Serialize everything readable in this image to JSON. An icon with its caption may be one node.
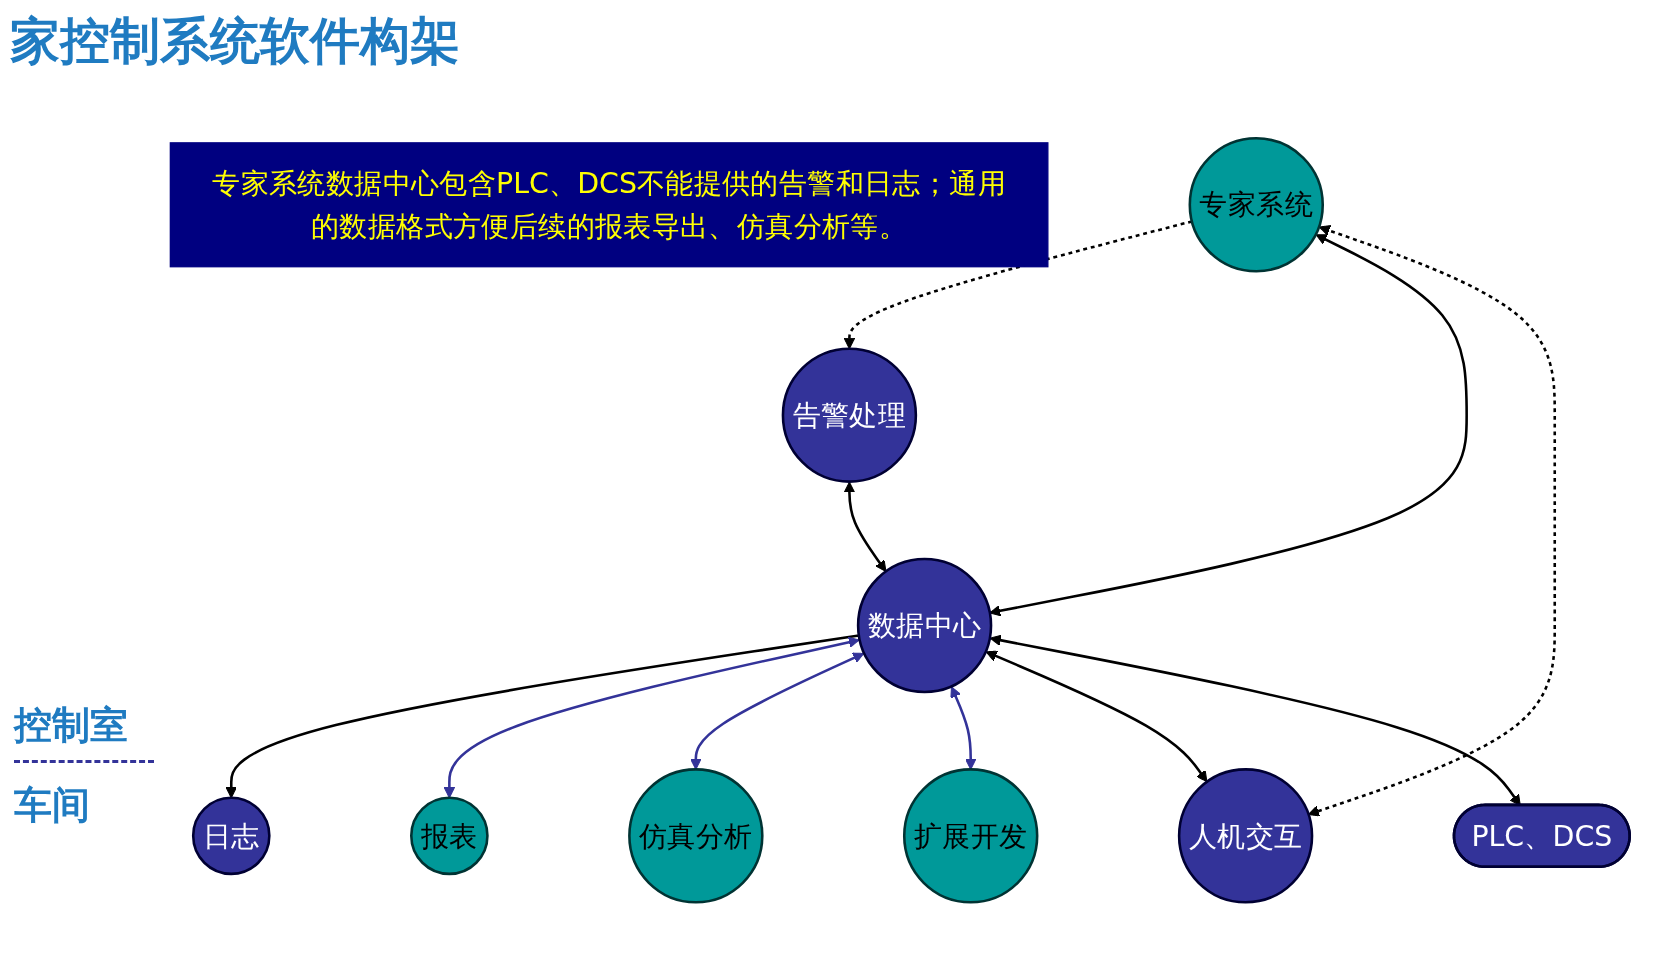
{
  "diagram": {
    "title": "家控制系统软件构架",
    "nodes": [
      {
        "text": [
          "专家系统"
        ]
      },
      {
        "text": [
          "报表"
        ]
      },
      {
        "text": [
          "仿真分析"
        ]
      },
      {
        "text": [
          "扩展开发"
        ]
      },
      {
        "text": [
          "告警处理"
        ]
      },
      {
        "text": [
          "数据中心"
        ]
      },
      {
        "text": [
          "人机交互"
        ]
      },
      {
        "text": [
          "日志"
        ]
      },
      {
        "text": [
          "专家系统数据中心包含PLC、DCS不能提供的告警和日志；通用的数据格式方便后续的报表导出、仿真分析等。"
        ]
      },
      {
        "text": [
          "PLC、DCS"
        ]
      }
    ],
    "edges": [
      {
        "from": 0,
        "to": 4,
        "arrow": "to",
        "style": "dashed"
      },
      {
        "from": 0,
        "to": 5,
        "arrow": "both"
      },
      {
        "from": 0,
        "to": 6,
        "arrow": "both",
        "style": "dashed"
      },
      {
        "from": 4,
        "to": 5,
        "arrow": "both"
      },
      {
        "from": 5,
        "to": 7,
        "arrow": "to"
      },
      {
        "from": 5,
        "to": 1,
        "arrow": "both",
        "color": "#333399"
      },
      {
        "from": 5,
        "to": 2,
        "arrow": "both",
        "color": "#333399"
      },
      {
        "from": 5,
        "to": 3,
        "arrow": "both",
        "color": "#333399"
      },
      {
        "from": 5,
        "to": 6,
        "arrow": "both"
      },
      {
        "from": 5,
        "to": 9,
        "arrow": "both"
      }
    ],
    "labels": [
      "控制室",
      "车间"
    ]
  }
}
